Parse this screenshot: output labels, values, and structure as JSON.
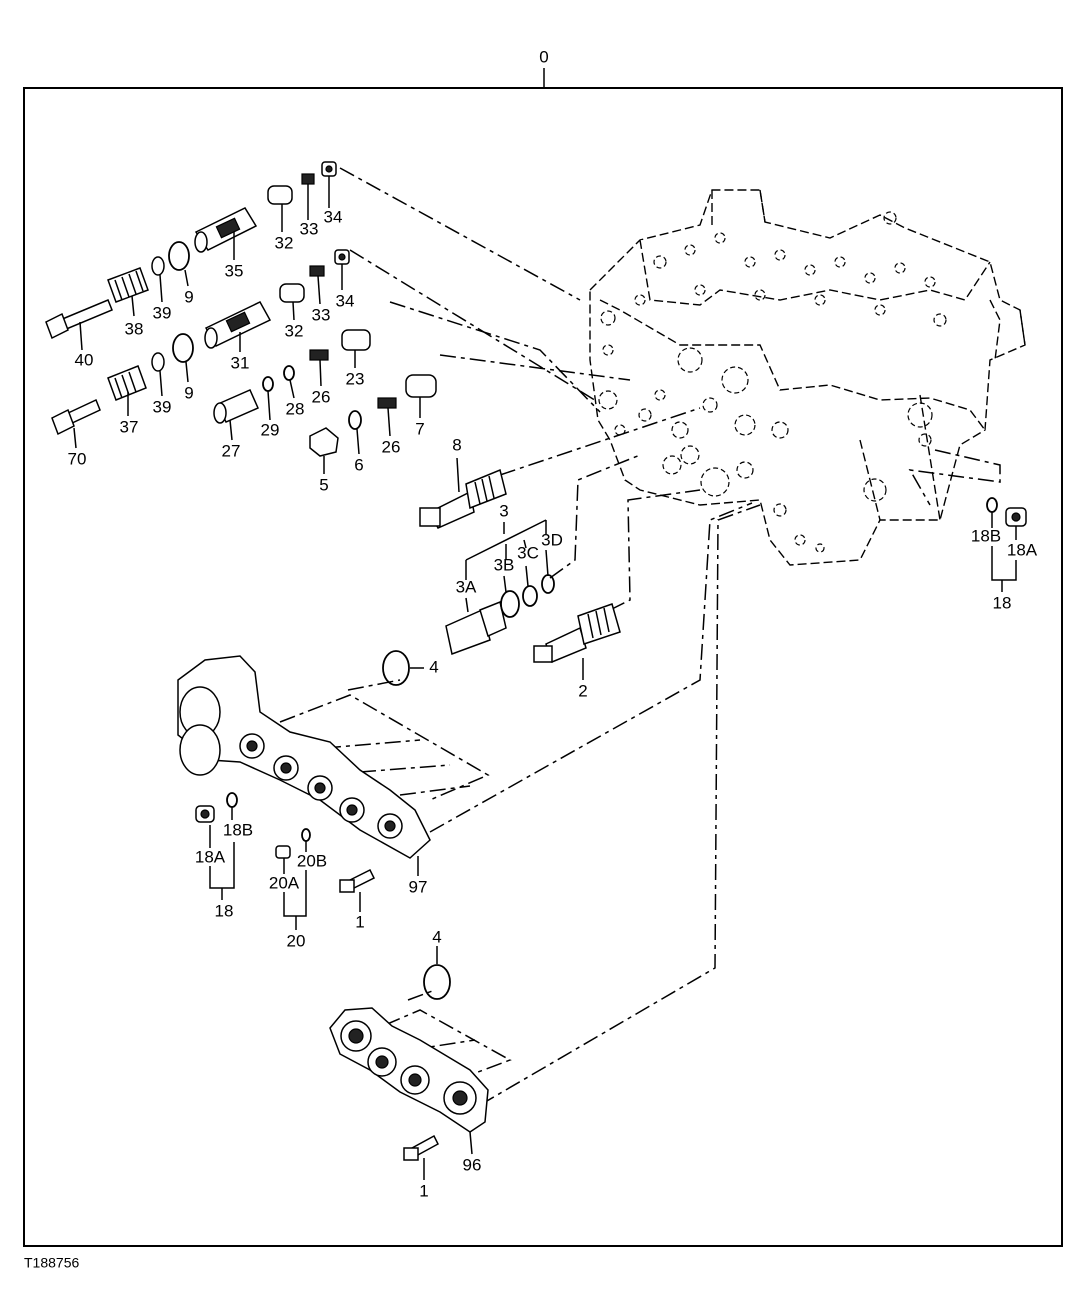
{
  "figure": {
    "id": "T188756",
    "assembly_callout": "0"
  },
  "callouts": {
    "c0": "0",
    "c34a": "34",
    "c33a": "33",
    "c32a": "32",
    "c35": "35",
    "c9a": "9",
    "c39a": "39",
    "c38": "38",
    "c40": "40",
    "c34b": "34",
    "c33b": "33",
    "c32b": "32",
    "c31": "31",
    "c9b": "9",
    "c39b": "39",
    "c37": "37",
    "c70": "70",
    "c23": "23",
    "c26a": "26",
    "c28": "28",
    "c29": "29",
    "c27": "27",
    "c7": "7",
    "c26b": "26",
    "c6": "6",
    "c5": "5",
    "c8": "8",
    "c3": "3",
    "c3A": "3A",
    "c3B": "3B",
    "c3C": "3C",
    "c3D": "3D",
    "c2": "2",
    "c4a": "4",
    "c18Ba": "18B",
    "c18Aa": "18A",
    "c18a": "18",
    "c20B": "20B",
    "c20A": "20A",
    "c20": "20",
    "c1a": "1",
    "c97": "97",
    "c18Bb": "18B",
    "c18Ab": "18A",
    "c18b": "18",
    "c4b": "4",
    "c96": "96",
    "c1b": "1"
  }
}
